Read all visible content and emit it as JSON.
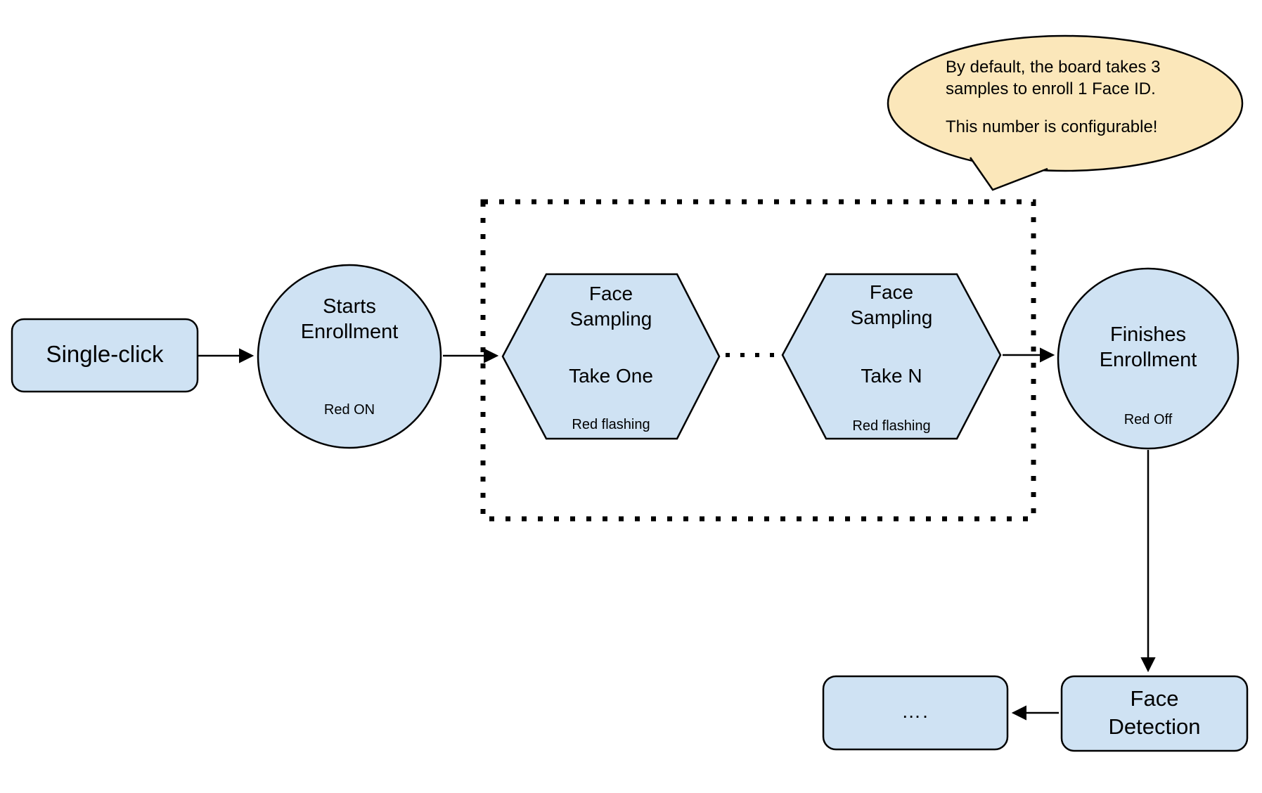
{
  "diagram": {
    "colors": {
      "node_fill": "#cfe2f3",
      "node_stroke": "#000000",
      "callout_fill": "#fbe7ba",
      "text_color": "#000000"
    },
    "callout": {
      "line1": "By default, the board takes 3",
      "line2": "samples to enroll 1 Face ID.",
      "line3": "This number is configurable!"
    },
    "nodes": {
      "single_click": {
        "label": "Single-click"
      },
      "starts_enrollment": {
        "line1": "Starts",
        "line2": "Enrollment",
        "sublabel": "Red ON"
      },
      "face_sampling_take_one": {
        "line1": "Face",
        "line2": "Sampling",
        "line3": "Take One",
        "sublabel": "Red flashing"
      },
      "face_sampling_take_n": {
        "line1": "Face",
        "line2": "Sampling",
        "line3": "Take N",
        "sublabel": "Red flashing"
      },
      "finishes_enrollment": {
        "line1": "Finishes",
        "line2": "Enrollment",
        "sublabel": "Red Off"
      },
      "face_detection": {
        "line1": "Face",
        "line2": "Detection"
      },
      "continuation": {
        "label": "…."
      }
    }
  }
}
